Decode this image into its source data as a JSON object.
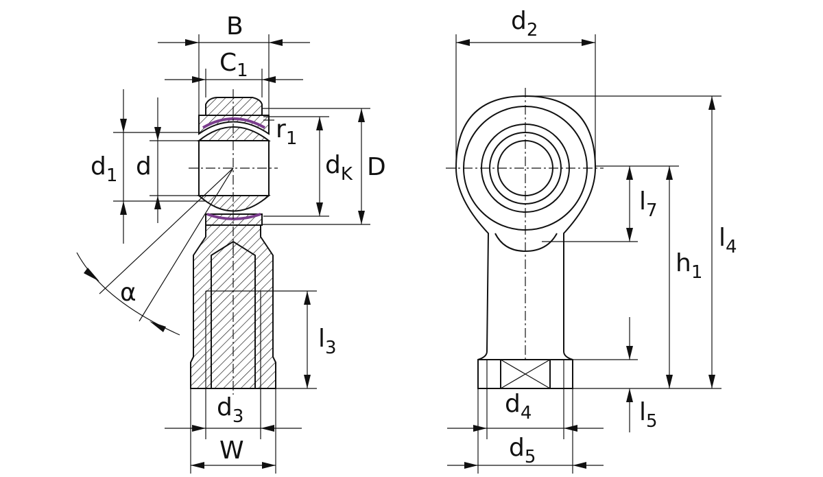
{
  "diagram": {
    "accent_color": "#7a3d8c",
    "line_color": "#111111",
    "labels": {
      "B": {
        "main": "B",
        "sub": ""
      },
      "C1": {
        "main": "C",
        "sub": "1"
      },
      "r1": {
        "main": "r",
        "sub": "1"
      },
      "d1": {
        "main": "d",
        "sub": "1"
      },
      "d": {
        "main": "d",
        "sub": ""
      },
      "dK": {
        "main": "d",
        "sub": "K"
      },
      "D": {
        "main": "D",
        "sub": ""
      },
      "alpha": {
        "main": "α",
        "sub": ""
      },
      "l3": {
        "main": "l",
        "sub": "3"
      },
      "d3": {
        "main": "d",
        "sub": "3"
      },
      "W": {
        "main": "W",
        "sub": ""
      },
      "d2": {
        "main": "d",
        "sub": "2"
      },
      "l7": {
        "main": "l",
        "sub": "7"
      },
      "h1": {
        "main": "h",
        "sub": "1"
      },
      "l4": {
        "main": "l",
        "sub": "4"
      },
      "d4": {
        "main": "d",
        "sub": "4"
      },
      "l5": {
        "main": "l",
        "sub": "5"
      },
      "d5": {
        "main": "d",
        "sub": "5"
      }
    }
  }
}
